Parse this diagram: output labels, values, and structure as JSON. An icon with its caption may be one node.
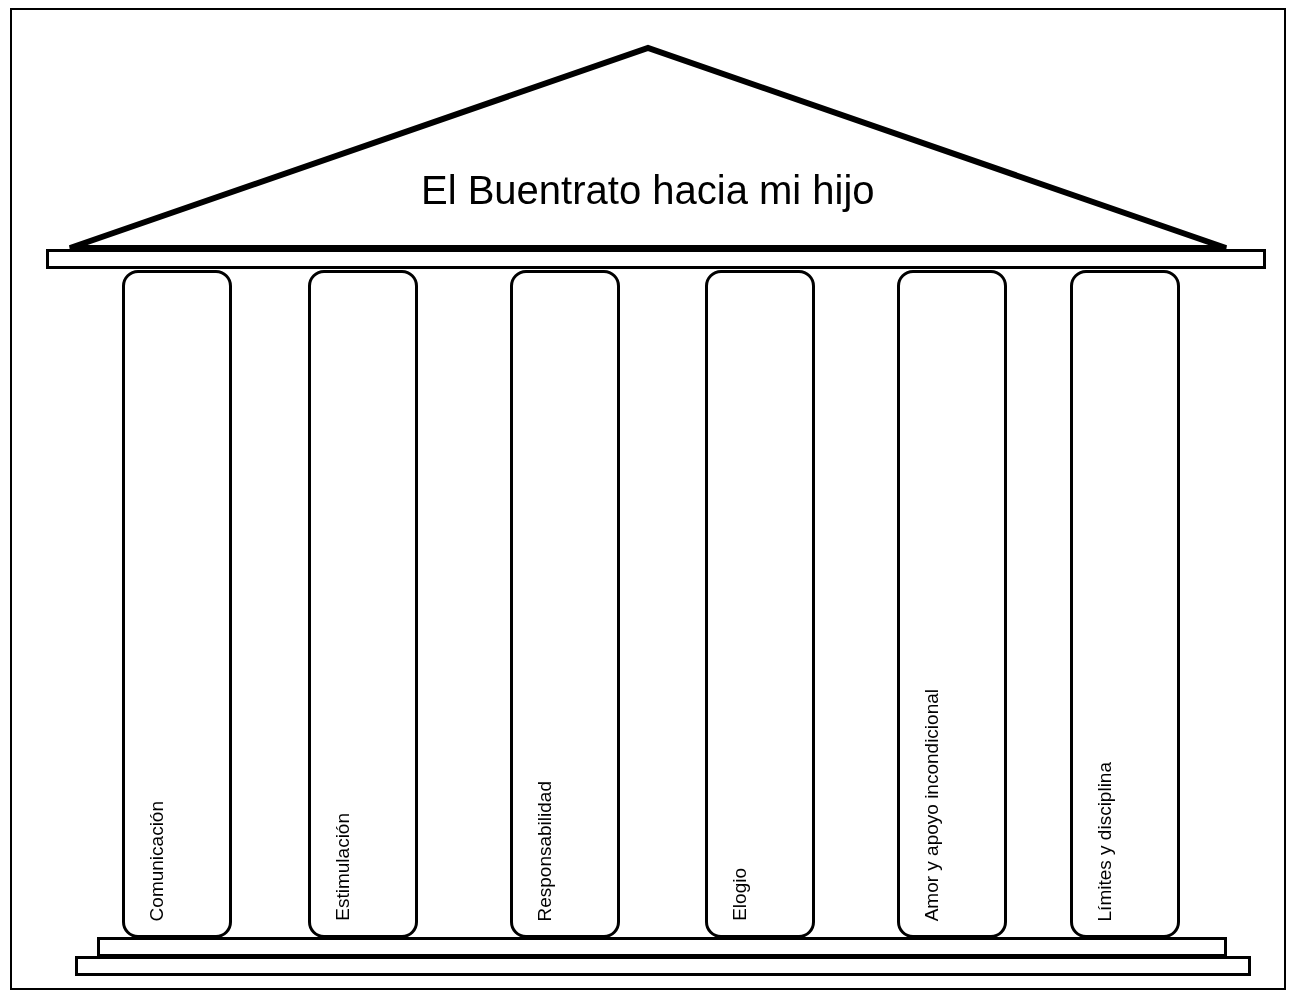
{
  "diagram": {
    "nodes": [
      {
        "text": [
          "El Buentrato hacia mi hijo"
        ]
      },
      {
        "text": [],
        "shape": "bar"
      },
      {
        "text": [
          "Comunicación"
        ]
      },
      {
        "text": [
          "Estimulación"
        ]
      },
      {
        "text": [
          "Responsabilidad"
        ]
      },
      {
        "text": [
          "Elogio"
        ]
      },
      {
        "text": [
          "Amor y apoyo incondicional"
        ]
      },
      {
        "text": [
          "Límites y disciplina"
        ]
      },
      {
        "text": [],
        "shape": "bar"
      },
      {
        "text": [],
        "shape": "bar"
      }
    ],
    "edges": []
  }
}
